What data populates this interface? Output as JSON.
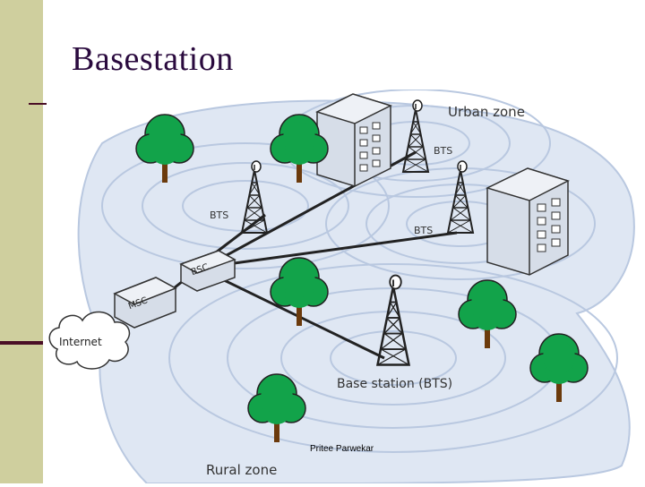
{
  "slide": {
    "title": "Basestation",
    "footer": "Pritee Parwekar",
    "accent_color": "#cfcf9e",
    "rule_color": "#4a0f26"
  },
  "diagram": {
    "zones": {
      "urban": "Urban zone",
      "rural": "Rural zone"
    },
    "nodes": {
      "bts_urban": "BTS",
      "bts_left": "BTS",
      "bts_right": "BTS",
      "bsc": "BSC",
      "msc": "MSC",
      "internet": "Internet",
      "base_station": "Base station (BTS)"
    },
    "colors": {
      "wave": "#b9c8e0",
      "wave_fill": "#dfe7f3",
      "tree": "#12a34a",
      "trunk": "#6b3a0c",
      "building": "#d6dde8"
    }
  }
}
